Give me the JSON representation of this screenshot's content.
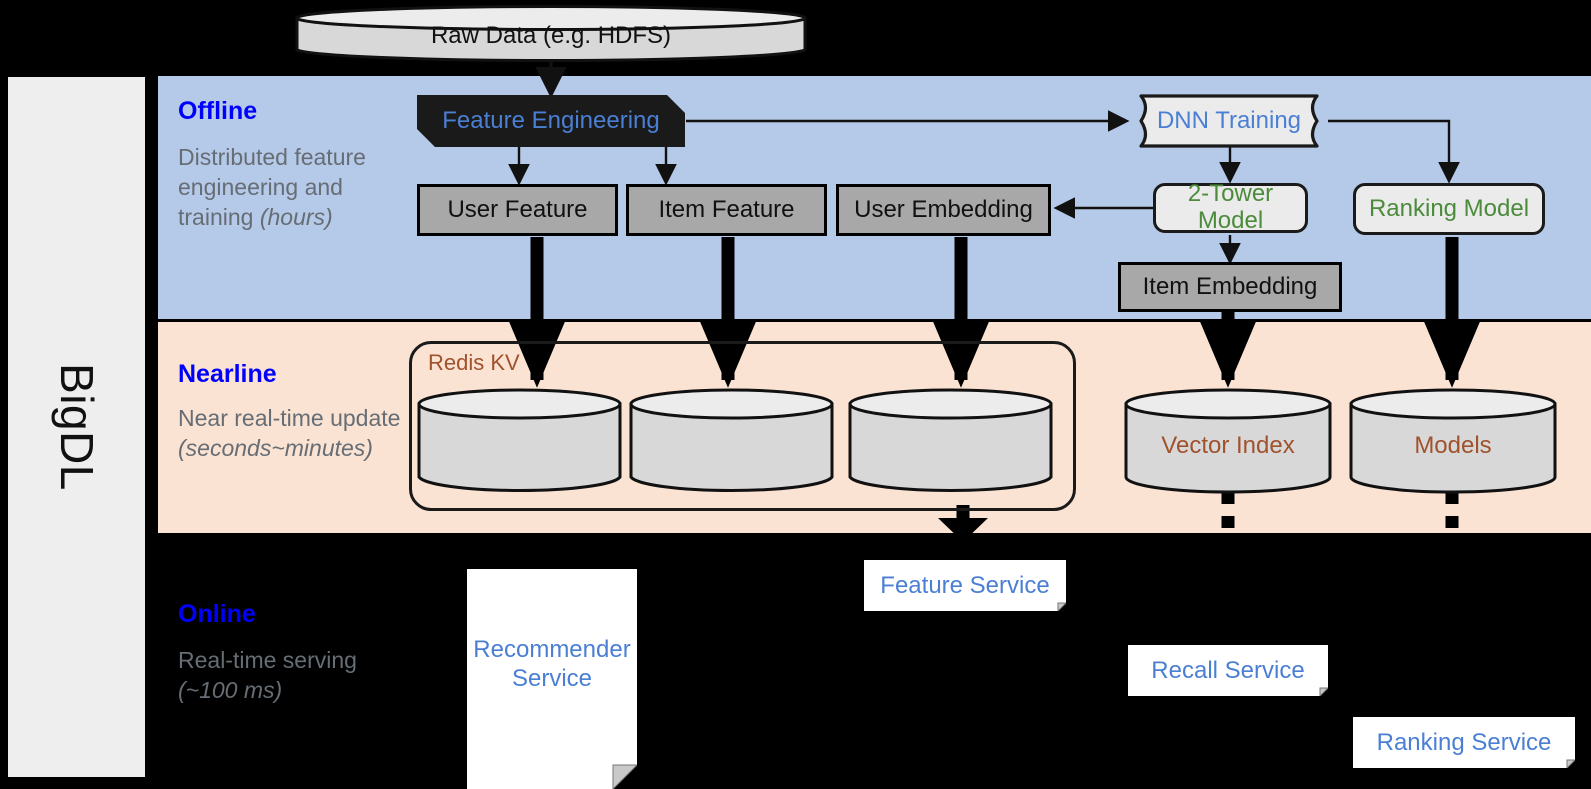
{
  "framework": {
    "name": "BigDL"
  },
  "bands": [
    {
      "id": "offline",
      "title": "Offline",
      "desc_line1": "Distributed feature engineering and training ",
      "desc_em": "(hours)"
    },
    {
      "id": "nearline",
      "title": "Nearline",
      "desc_line1": "Near real-time update ",
      "desc_em": "(seconds~minutes)"
    },
    {
      "id": "online",
      "title": "Online",
      "desc_line1": "Real-time serving ",
      "desc_em": "(~100 ms)"
    }
  ],
  "source": {
    "label": "Raw Data (e.g. HDFS)"
  },
  "offline": {
    "feature_engineering": "Feature Engineering",
    "dnn_training": "DNN Training",
    "user_feature": "User Feature",
    "item_feature": "Item Feature",
    "user_embedding": "User Embedding",
    "two_tower_model": "2-Tower Model",
    "ranking_model": "Ranking Model",
    "item_embedding": "Item Embedding"
  },
  "nearline": {
    "redis_label": "Redis KV",
    "store_user_feature": "",
    "store_item_feature": "",
    "store_user_embedding": "",
    "vector_index": "Vector Index",
    "models": "Models"
  },
  "online": {
    "recommender_service": "Recommender Service",
    "feature_service": "Feature Service",
    "recall_service": "Recall Service",
    "ranking_service": "Ranking Service"
  },
  "colors": {
    "offline_band": "#b5c9e8",
    "nearline_band": "#fae3d3",
    "online_band": "#000000",
    "band_title": "#0000ff",
    "band_desc": "#666d75",
    "gray_node": "#a8a8a8",
    "proc_node": "#ebebeb",
    "green_text": "#4b8b3b",
    "blue_text": "#4a7fd4",
    "brown_text": "#a0522d",
    "sidebar": "#eeeeee"
  }
}
